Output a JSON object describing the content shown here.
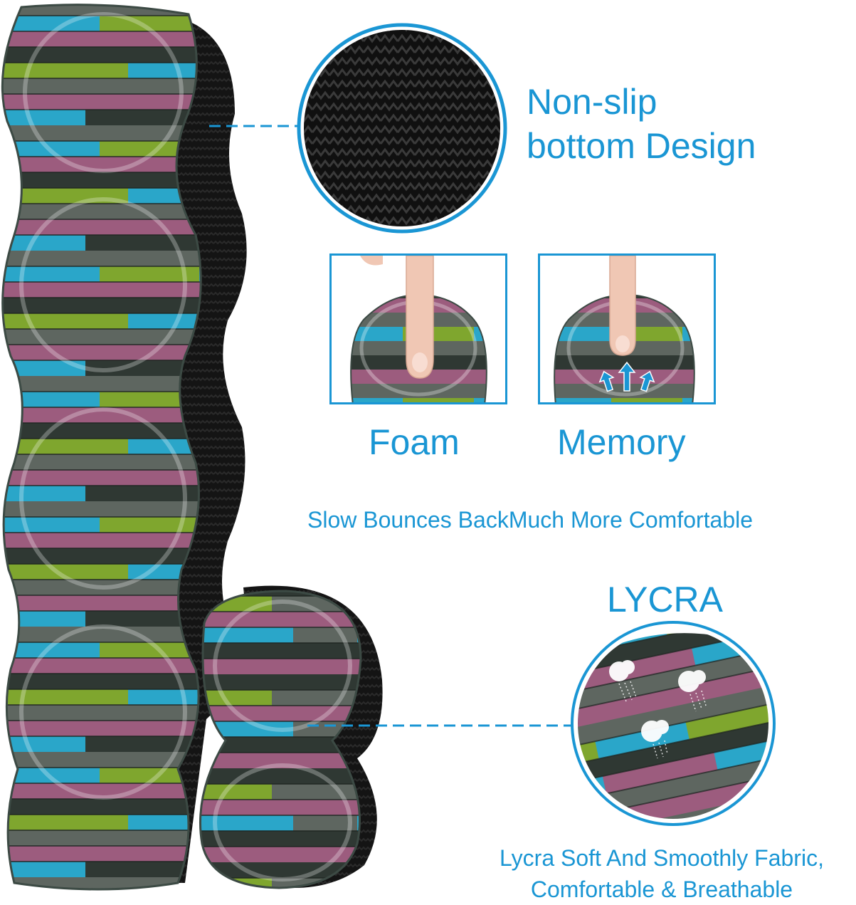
{
  "colors": {
    "accent": "#1a96d4",
    "black_fabric": "#141414",
    "wood_blue": "#2aa6c9",
    "wood_green": "#7fa62e",
    "wood_pink": "#9c5c7e",
    "wood_gray": "#5e6660",
    "wood_dark": "#2f3833"
  },
  "features": {
    "nonslip": {
      "line1": "Non-slip",
      "line2": "bottom Design"
    },
    "foam_label": "Foam",
    "memory_label": "Memory",
    "slow_bounce": "Slow Bounces BackMuch More Comfortable",
    "lycra_title": "LYCRA",
    "lycra_desc": {
      "line1": "Lycra Soft And Smoothly Fabric,",
      "line2": "Comfortable & Breathable"
    }
  },
  "icons": [
    "up-arrows-icon",
    "bubble-icon"
  ]
}
